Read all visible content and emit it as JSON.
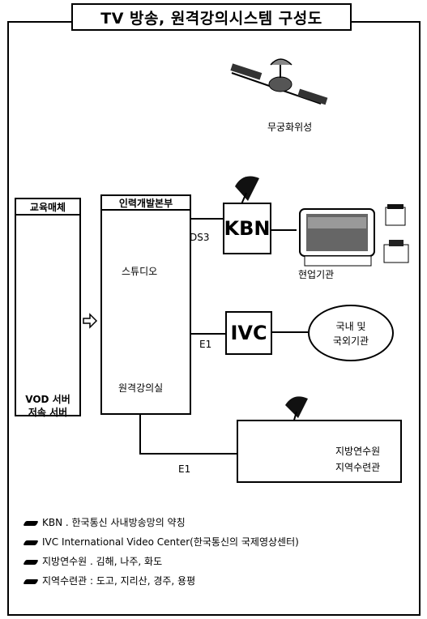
{
  "title": "TV 방송, 원격강의시스템 구성도",
  "satellite": {
    "label": "무궁화위성"
  },
  "media": {
    "header": "교육매체",
    "footer_line1": "VOD 서버",
    "footer_line2": "저속 서버"
  },
  "hq": {
    "header": "인력개발본부",
    "studio": "스튜디오",
    "remote_room": "원격강의실"
  },
  "kbn": {
    "label": "KBN",
    "link": "DS3"
  },
  "field_org": {
    "label": "현업기관"
  },
  "ivc": {
    "label": "IVC",
    "link": "E1"
  },
  "domestic": {
    "line1": "국내 및",
    "line2": "국외기관"
  },
  "regional": {
    "line1": "지방연수원",
    "line2": "지역수련관",
    "link": "E1"
  },
  "notes": [
    "KBN . 한국통신 사내방송망의 약칭",
    "IVC  International Video Center(한국통신의 국제영상센터)",
    "지방연수원 . 김해, 나주, 화도",
    "지역수련관 : 도고, 지리산, 경주, 용평"
  ]
}
